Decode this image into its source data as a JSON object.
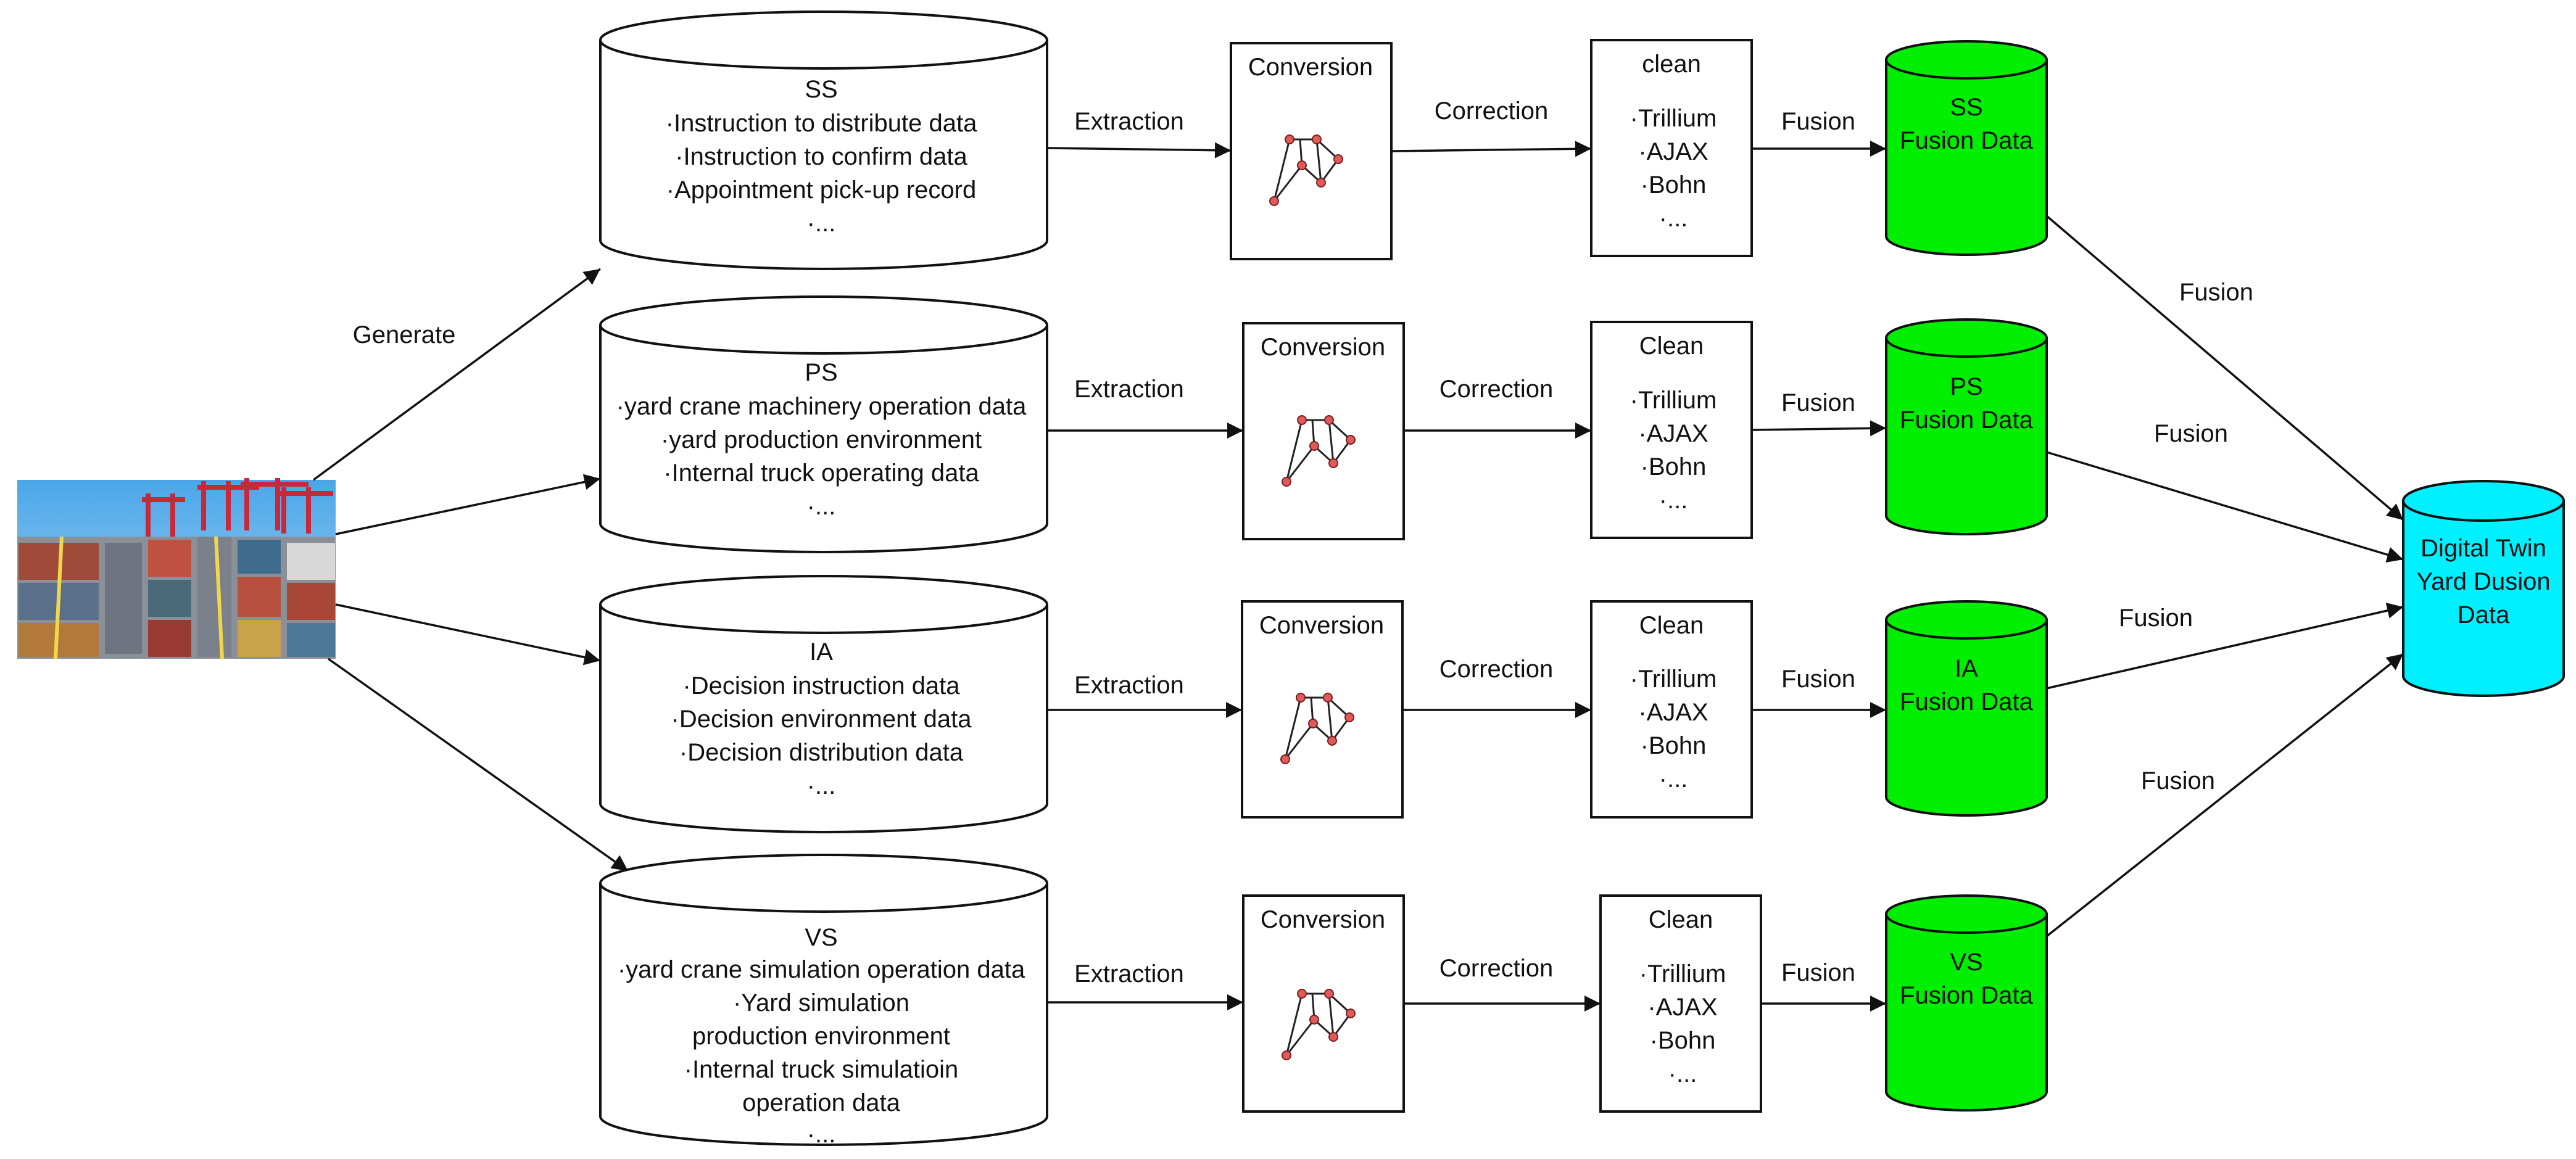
{
  "colors": {
    "fusion_green": "#00ee00",
    "twin_cyan": "#00f0ff",
    "graph_node": "#e05a5a",
    "stroke": "#111111"
  },
  "image": {
    "icon": "container-yard-photo-icon"
  },
  "generate_label": "Generate",
  "sources": [
    {
      "id": "ss",
      "title": "SS",
      "lines": [
        "·Instruction to distribute data",
        "·Instruction to confirm data",
        "·Appointment pick-up record",
        "·..."
      ]
    },
    {
      "id": "ps",
      "title": "PS",
      "lines": [
        "·yard crane machinery operation data",
        "·yard production environment",
        "·Internal truck operating data",
        "·..."
      ]
    },
    {
      "id": "ia",
      "title": "IA",
      "lines": [
        "·Decision instruction data",
        "·Decision environment data",
        "·Decision distribution data",
        "·..."
      ]
    },
    {
      "id": "vs",
      "title": "VS",
      "lines": [
        "·yard crane simulation operation data",
        "·Yard simulation",
        "production environment",
        "·Internal truck simulatioin",
        "operation data",
        "·..."
      ]
    }
  ],
  "extraction_label": "Extraction",
  "conversion_label": "Conversion",
  "correction_label": "Correction",
  "clean_titles": [
    "clean",
    "Clean",
    "Clean",
    "Clean"
  ],
  "clean_items": [
    "·Trillium",
    "·AJAX",
    "·Bohn",
    "·..."
  ],
  "fusion_label": "Fusion",
  "fusion_data": [
    {
      "name": "SS",
      "sub": "Fusion Data"
    },
    {
      "name": "PS",
      "sub": "Fusion Data"
    },
    {
      "name": "IA",
      "sub": "Fusion Data"
    },
    {
      "name": "VS",
      "sub": "Fusion Data"
    }
  ],
  "digital_twin": [
    "Digital Twin",
    "Yard Dusion",
    "Data"
  ]
}
